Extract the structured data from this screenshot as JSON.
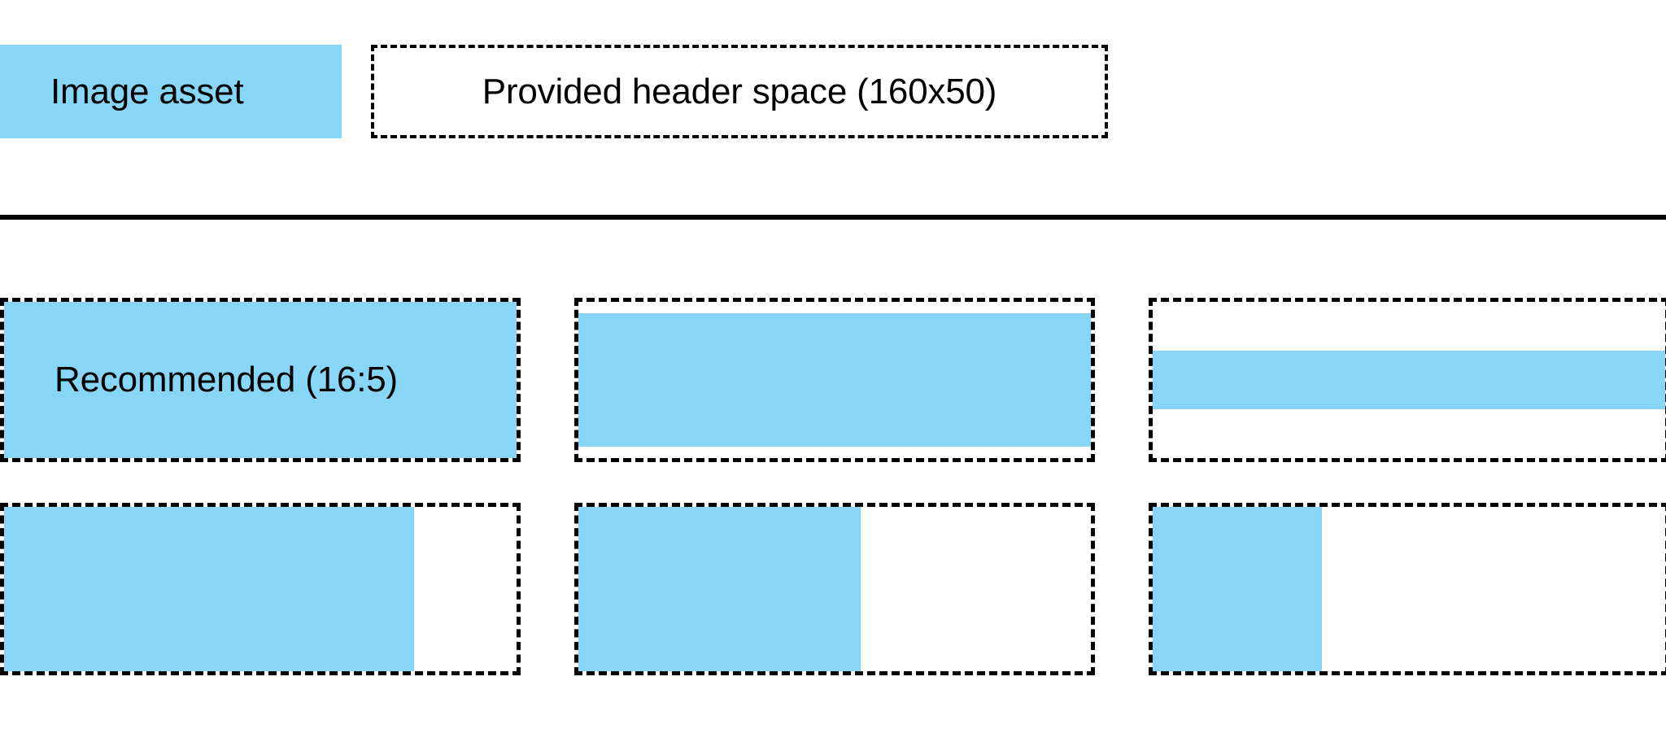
{
  "colors": {
    "swatch_blue": "#87d6f7",
    "ink": "#000000",
    "page_background": "#ffffff"
  },
  "header": {
    "image_asset_label": "Image asset",
    "provided_header_space_label": "Provided header space (160x50)"
  },
  "divider": {
    "style": "solid"
  },
  "ratio_grid": {
    "rows": [
      {
        "cells": [
          {
            "caption": "Recommended (16:5)",
            "swatch_style": "fill-full",
            "swatch_coverage": "100% width, 100% height"
          },
          {
            "caption": "",
            "swatch_style": "inset-v-small",
            "swatch_coverage": "100% width, ~86% height"
          },
          {
            "caption": "",
            "swatch_style": "band-center",
            "swatch_coverage": "100% width, ~36% height"
          }
        ]
      },
      {
        "cells": [
          {
            "caption": "",
            "swatch_style": "w-80",
            "swatch_coverage": "80% width, 100% height"
          },
          {
            "caption": "",
            "swatch_style": "w-55",
            "swatch_coverage": "55% width, 100% height"
          },
          {
            "caption": "",
            "swatch_style": "w-33",
            "swatch_coverage": "33% width, 100% height"
          }
        ]
      }
    ]
  }
}
